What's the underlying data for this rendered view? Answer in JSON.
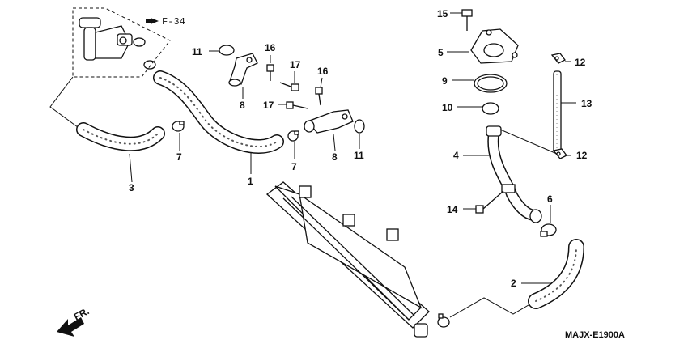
{
  "callouts": {
    "c1": "1",
    "c2": "2",
    "c3": "3",
    "c4": "4",
    "c5": "5",
    "c6": "6",
    "c7a": "7",
    "c7b": "7",
    "c8a": "8",
    "c8b": "8",
    "c9": "9",
    "c10": "10",
    "c11a": "11",
    "c11b": "11",
    "c12a": "12",
    "c12b": "12",
    "c13": "13",
    "c14": "14",
    "c15": "15",
    "c16a": "16",
    "c16b": "16",
    "c17a": "17",
    "c17b": "17"
  },
  "reference": "F-34",
  "direction_label": "FR.",
  "diagram_code": "MAJX-E1900A"
}
